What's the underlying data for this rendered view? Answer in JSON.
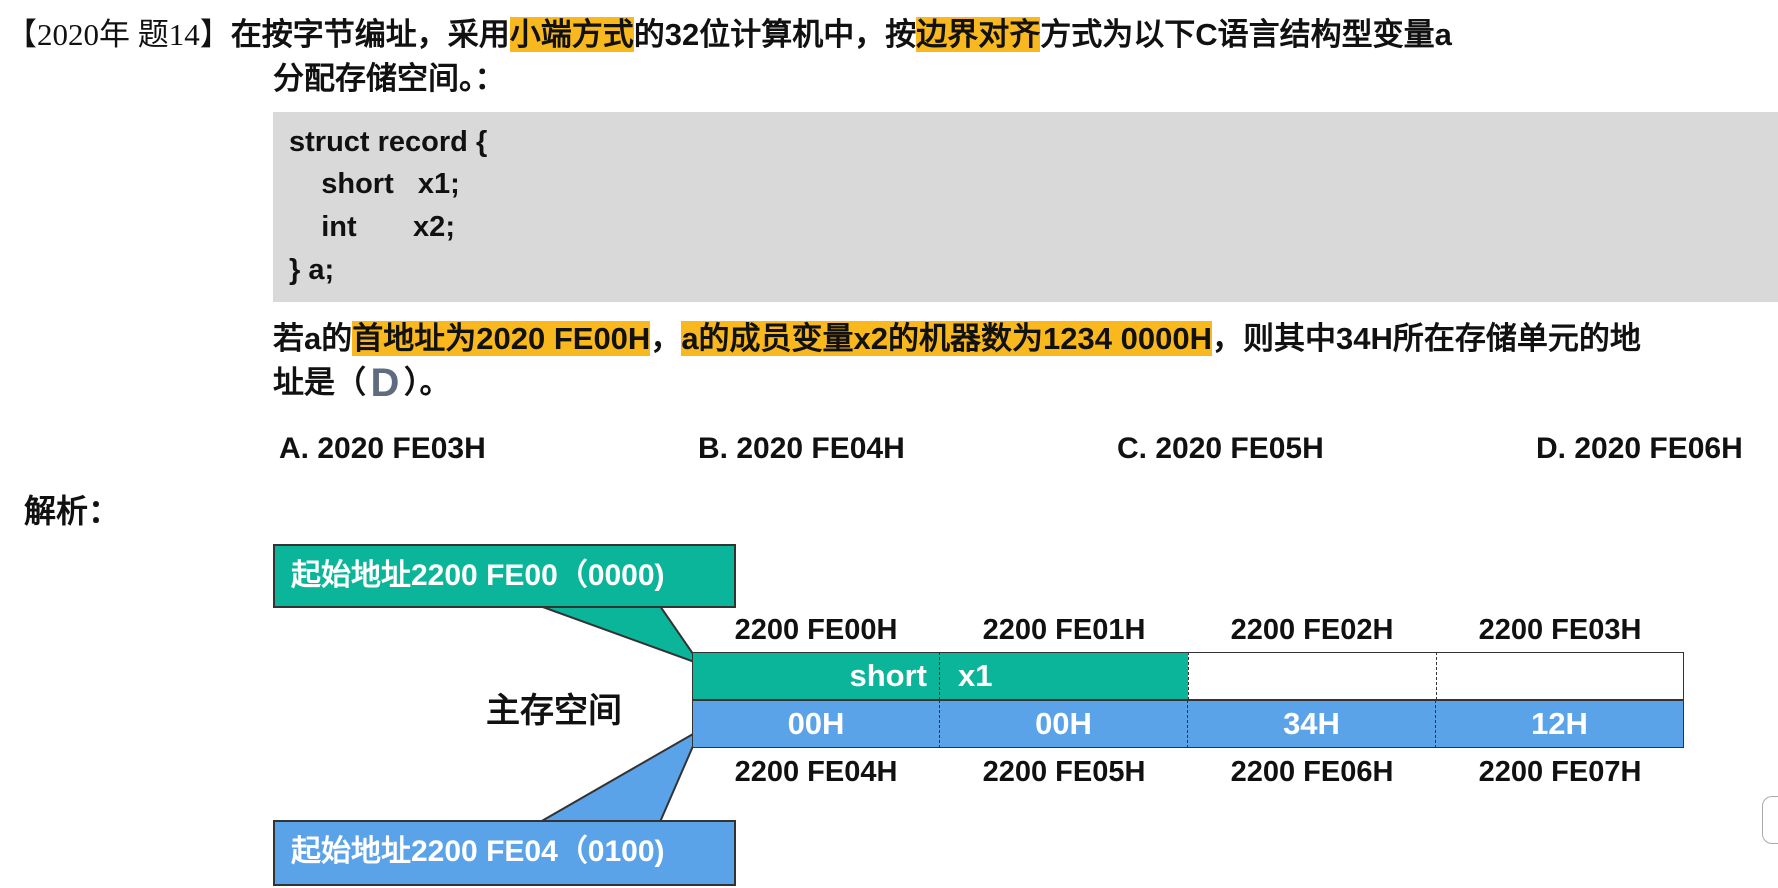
{
  "question": {
    "tag": "【2020年 题14】",
    "line1_a": "在按字节编址，采用",
    "line1_hl1": "小端方式",
    "line1_b": "的32位计算机中，按",
    "line1_hl2": "边界对齐",
    "line1_c": "方式为以下C语言结构型变量a",
    "line2": "分配存储空间。："
  },
  "code": {
    "lines": [
      "struct record {",
      "    short   x1;",
      "    int       x2;",
      "} a;"
    ]
  },
  "condition": {
    "p1": "若a的",
    "hl1": "首地址为2020 FE00H",
    "p2": "，",
    "hl2": "a的成员变量x2的机器数为1234 0000H",
    "p3": "，则其中34H所在存储单元的地",
    "line2_a": "址是（",
    "answer": "D",
    "line2_b": "）。"
  },
  "options": [
    "A. 2020 FE03H",
    "B. 2020 FE04H",
    "C. 2020 FE05H",
    "D. 2020 FE06H"
  ],
  "analysis_label": "解析：",
  "diagram": {
    "callout_top": "起始地址2200 FE00（0000)",
    "callout_bottom": "起始地址2200 FE04（0100)",
    "memory_label": "主存空间",
    "top_addresses": [
      "2200 FE00H",
      "2200 FE01H",
      "2200 FE02H",
      "2200 FE03H"
    ],
    "bottom_addresses": [
      "2200 FE04H",
      "2200 FE05H",
      "2200 FE06H",
      "2200 FE07H"
    ],
    "row1": [
      "short",
      "x1",
      "",
      ""
    ],
    "row2": [
      "00H",
      "00H",
      "34H",
      "12H"
    ],
    "colors": {
      "green": "#0bb59a",
      "blue": "#5ba3e8",
      "highlight": "#f8b81e"
    }
  }
}
